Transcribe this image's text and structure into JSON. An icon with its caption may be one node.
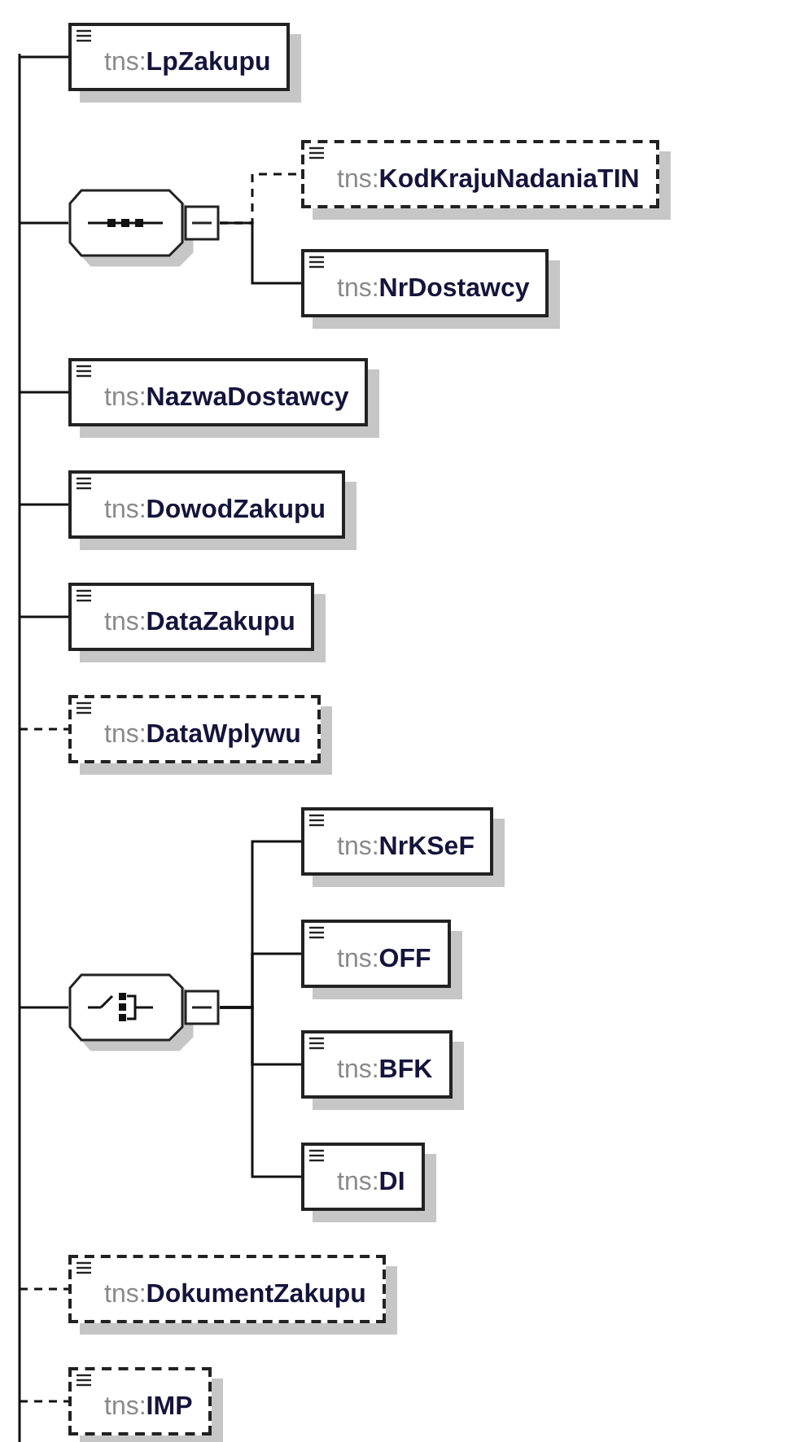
{
  "diagram": {
    "nodes": [
      {
        "text": [
          "tns:LpZakupu"
        ]
      },
      {
        "text": [],
        "shape": "octagon"
      },
      {
        "text": [
          "tns:KodKrajuNadaniaTIN"
        ]
      },
      {
        "text": [
          "tns:NrDostawcy"
        ]
      },
      {
        "text": [
          "tns:NazwaDostawcy"
        ]
      },
      {
        "text": [
          "tns:DowodZakupu"
        ]
      },
      {
        "text": [
          "tns:DataZakupu"
        ]
      },
      {
        "text": [
          "tns:DataWplywu"
        ]
      },
      {
        "text": [],
        "shape": "octagon"
      },
      {
        "text": [
          "tns:NrKSeF"
        ]
      },
      {
        "text": [
          "tns:OFF"
        ]
      },
      {
        "text": [
          "tns:BFK"
        ]
      },
      {
        "text": [
          "tns:DI"
        ]
      },
      {
        "text": [
          "tns:DokumentZakupu"
        ]
      },
      {
        "text": [
          "tns:IMP"
        ]
      }
    ],
    "edges": [
      {
        "from": null,
        "to": 0,
        "arrow": "none"
      },
      {
        "from": null,
        "to": 1,
        "arrow": "none"
      },
      {
        "from": 1,
        "to": 2,
        "arrow": "none",
        "style": "dashed"
      },
      {
        "from": 1,
        "to": 3,
        "arrow": "none"
      },
      {
        "from": null,
        "to": 4,
        "arrow": "none"
      },
      {
        "from": null,
        "to": 5,
        "arrow": "none"
      },
      {
        "from": null,
        "to": 6,
        "arrow": "none"
      },
      {
        "from": null,
        "to": 7,
        "arrow": "none",
        "style": "dashed"
      },
      {
        "from": null,
        "to": 8,
        "arrow": "none"
      },
      {
        "from": 8,
        "to": 9,
        "arrow": "none"
      },
      {
        "from": 8,
        "to": 10,
        "arrow": "none"
      },
      {
        "from": 8,
        "to": 11,
        "arrow": "none"
      },
      {
        "from": 8,
        "to": 12,
        "arrow": "none"
      },
      {
        "from": null,
        "to": 13,
        "arrow": "none",
        "style": "dashed"
      },
      {
        "from": null,
        "to": 14,
        "arrow": "none",
        "style": "dashed"
      }
    ]
  }
}
